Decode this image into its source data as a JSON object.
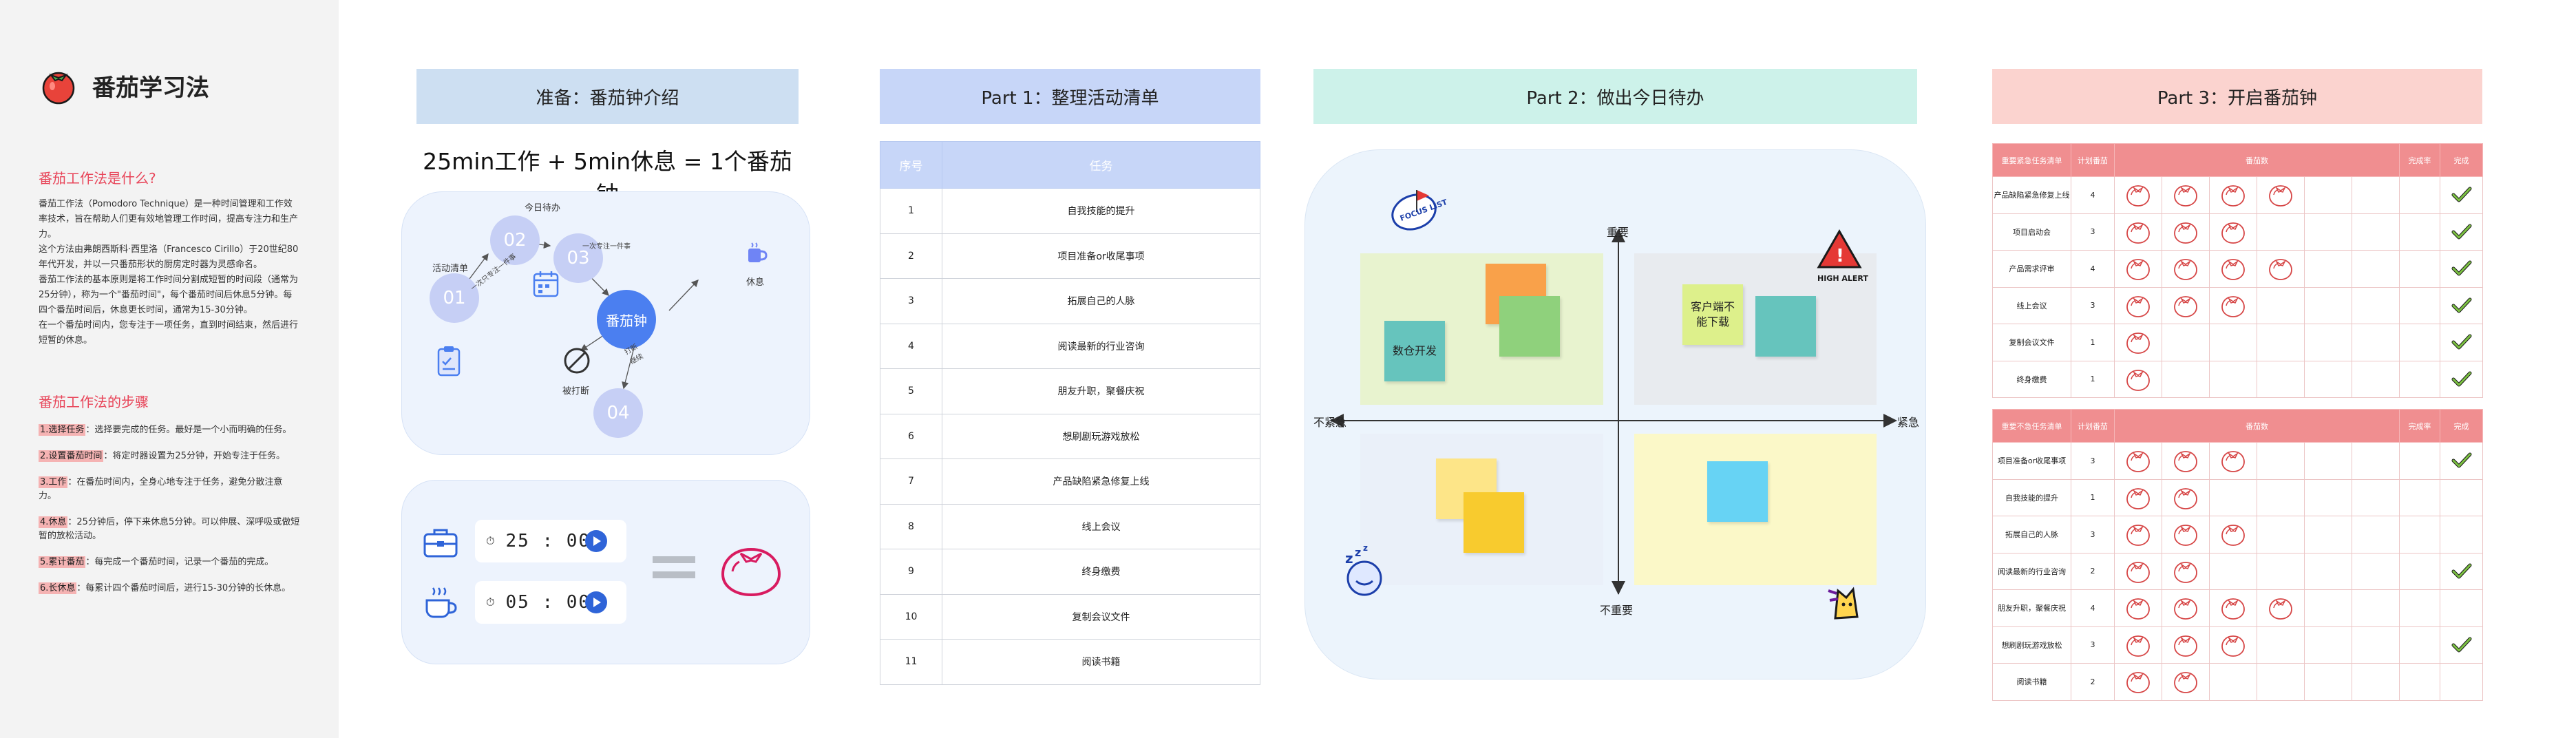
{
  "sidebar": {
    "title": "番茄学习法",
    "what_heading": "番茄工作法是什么?",
    "what_text": "番茄工作法（Pomodoro Technique）是一种时间管理和工作效率技术，旨在帮助人们更有效地管理工作时间，提高专注力和生产力。\n这个方法由弗朗西斯科·西里洛（Francesco Cirillo）于20世纪80年代开发，并以一只番茄形状的厨房定时器为灵感命名。\n番茄工作法的基本原则是将工作时间分割成短暂的时间段（通常为25分钟），称为一个\"番茄时间\"，每个番茄时间后休息5分钟。每四个番茄时间后，休息更长时间，通常为15-30分钟。\n在一个番茄时间内，您专注于一项任务，直到时间结束，然后进行短暂的休息。",
    "steps_heading": "番茄工作法的步骤",
    "steps": [
      {
        "label": "1.选择任务",
        "text": "：选择要完成的任务。最好是一个小而明确的任务。"
      },
      {
        "label": "2.设置番茄时间",
        "text": "：将定时器设置为25分钟，开始专注于任务。"
      },
      {
        "label": "3.工作",
        "text": "：在番茄时间内，全身心地专注于任务，避免分散注意力。"
      },
      {
        "label": "4.休息",
        "text": "：25分钟后，停下来休息5分钟。可以伸展、深呼吸或做短暂的放松活动。"
      },
      {
        "label": "5.累计番茄",
        "text": "：每完成一个番茄时间，记录一个番茄的完成。"
      },
      {
        "label": "6.长休息",
        "text": "：每累计四个番茄时间后，进行15-30分钟的长休息。"
      }
    ]
  },
  "intro": {
    "header": "准备：番茄钟介绍",
    "formula": "25min工作 + 5min休息 = 1个番茄钟",
    "nodes": [
      "01",
      "02",
      "03",
      "04"
    ],
    "center": "番茄钟",
    "labels": {
      "activity_list": "活动清单",
      "today_todo": "今日待办",
      "rest": "休息",
      "interrupted": "被打断"
    },
    "edge_labels": {
      "e1": "一次只专注一件事",
      "e2": "一次专注一件事",
      "e3": "打断",
      "e4": "继续"
    },
    "timers": [
      "25 : 00",
      "05 : 00"
    ]
  },
  "part1": {
    "header": "Part 1：整理活动清单",
    "columns": [
      "序号",
      "任务"
    ],
    "rows": [
      [
        "1",
        "自我技能的提升"
      ],
      [
        "2",
        "项目准备or收尾事项"
      ],
      [
        "3",
        "拓展自己的人脉"
      ],
      [
        "4",
        "阅读最新的行业咨询"
      ],
      [
        "5",
        "朋友升职，聚餐庆祝"
      ],
      [
        "6",
        "想刷剧玩游戏放松"
      ],
      [
        "7",
        "产品缺陷紧急修复上线"
      ],
      [
        "8",
        "线上会议"
      ],
      [
        "9",
        "终身缴费"
      ],
      [
        "10",
        "复制会议文件"
      ],
      [
        "11",
        "阅读书籍"
      ]
    ]
  },
  "part2": {
    "header": "Part 2：做出今日待办",
    "axes": {
      "top": "重要",
      "bottom": "不重要",
      "left": "不紧急",
      "right": "紧急"
    },
    "notes": {
      "dataset": "数仓开发",
      "customer": "客户端不能下载"
    },
    "stickers": {
      "focus": "FOCUS LIST",
      "alert": "HIGH ALERT"
    },
    "colors": {
      "q1": "#e8f3cf",
      "q2": "#e8ebef",
      "q3": "#eaf0f9",
      "q4": "#fbf8c8"
    }
  },
  "part3": {
    "header": "Part 3：开启番茄钟",
    "columns": [
      "重要紧急任务清单",
      "计划番茄",
      "番茄数",
      "完成率",
      "完成"
    ],
    "columns2": [
      "重要不急任务清单",
      "计划番茄",
      "番茄数",
      "完成率",
      "完成"
    ],
    "table1": [
      {
        "task": "产品缺陷紧急修复上线",
        "plan": "4",
        "tomatoes": 4,
        "done": true
      },
      {
        "task": "项目启动会",
        "plan": "3",
        "tomatoes": 3,
        "done": true
      },
      {
        "task": "产品需求评审",
        "plan": "4",
        "tomatoes": 4,
        "done": true
      },
      {
        "task": "线上会议",
        "plan": "3",
        "tomatoes": 3,
        "done": true
      },
      {
        "task": "复制会议文件",
        "plan": "1",
        "tomatoes": 1,
        "done": true
      },
      {
        "task": "终身缴费",
        "plan": "1",
        "tomatoes": 1,
        "done": true
      }
    ],
    "table2": [
      {
        "task": "项目准备or收尾事项",
        "plan": "3",
        "tomatoes": 3,
        "done": true
      },
      {
        "task": "自我技能的提升",
        "plan": "1",
        "tomatoes": 2,
        "done": false
      },
      {
        "task": "拓展自己的人脉",
        "plan": "3",
        "tomatoes": 3,
        "done": false
      },
      {
        "task": "阅读最新的行业咨询",
        "plan": "2",
        "tomatoes": 2,
        "done": true
      },
      {
        "task": "朋友升职，聚餐庆祝",
        "plan": "4",
        "tomatoes": 4,
        "done": false
      },
      {
        "task": "想刷剧玩游戏放松",
        "plan": "3",
        "tomatoes": 3,
        "done": true
      },
      {
        "task": "阅读书籍",
        "plan": "2",
        "tomatoes": 2,
        "done": false
      }
    ]
  }
}
